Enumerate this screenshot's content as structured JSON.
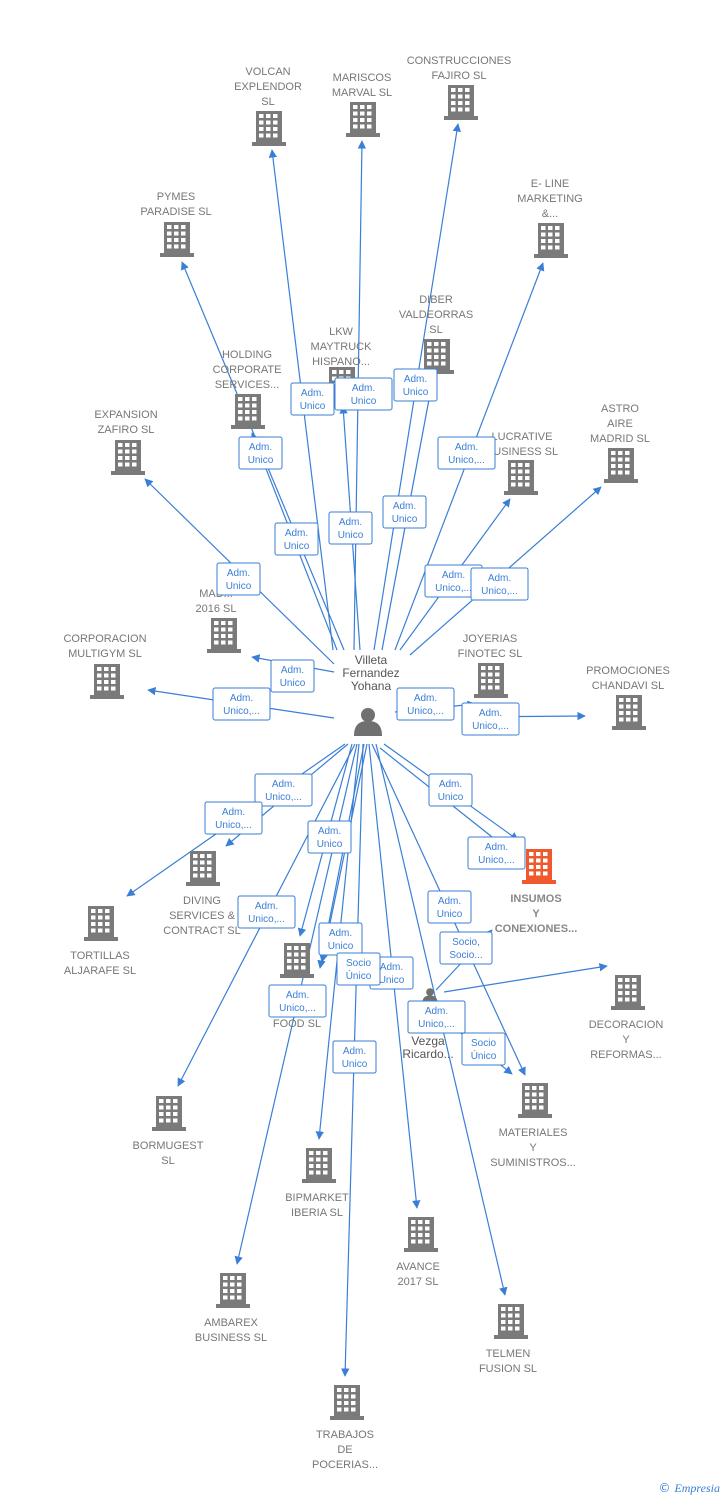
{
  "colors": {
    "edge": "#3a7fd5",
    "company": "#7a7a7a",
    "highlight": "#ee5a2e",
    "person": "#707070",
    "label": "#777777"
  },
  "center_person": {
    "id": "villeta",
    "lines": [
      "Villeta",
      "Fernandez",
      "Yohana"
    ]
  },
  "second_person": {
    "id": "vezga",
    "lines": [
      "Ve...",
      "Vezga",
      "Ricardo..."
    ]
  },
  "companies": [
    {
      "id": "volcan",
      "lines": [
        "VOLCAN",
        "EXPLENDOR",
        "SL"
      ]
    },
    {
      "id": "mariscos",
      "lines": [
        "MARISCOS",
        "MARVAL SL"
      ]
    },
    {
      "id": "construcciones",
      "lines": [
        "CONSTRUCCIONES",
        "FAJIRO SL"
      ]
    },
    {
      "id": "pymes",
      "lines": [
        "PYMES",
        "PARADISE SL"
      ]
    },
    {
      "id": "eline",
      "lines": [
        "E- LINE",
        "MARKETING",
        "&..."
      ]
    },
    {
      "id": "diber",
      "lines": [
        "DIBER",
        "VALDEORRAS",
        "SL"
      ]
    },
    {
      "id": "lkw",
      "lines": [
        "LKW",
        "MAYTRUCK",
        "HISPANO..."
      ]
    },
    {
      "id": "holding",
      "lines": [
        "HOLDING",
        "CORPORATE",
        "SERVICES..."
      ]
    },
    {
      "id": "expansion",
      "lines": [
        "EXPANSION",
        "ZAFIRO SL"
      ]
    },
    {
      "id": "lucrative",
      "lines": [
        "LUCRATIVE",
        "BUSINESS SL"
      ]
    },
    {
      "id": "astro",
      "lines": [
        "ASTRO",
        "AIRE",
        "MADRID SL"
      ]
    },
    {
      "id": "madrid2016",
      "lines": [
        "MAD...",
        "2016 SL"
      ]
    },
    {
      "id": "corporacion",
      "lines": [
        "CORPORACION",
        "MULTIGYM SL"
      ]
    },
    {
      "id": "joyerias",
      "lines": [
        "JOYERIAS",
        "FINOTEC SL"
      ]
    },
    {
      "id": "promociones",
      "lines": [
        "PROMOCIONES",
        "CHANDAVI SL"
      ]
    },
    {
      "id": "insumos",
      "lines": [
        "INSUMOS",
        "Y",
        "CONEXIONES..."
      ],
      "highlight": true
    },
    {
      "id": "diving",
      "lines": [
        "DIVING",
        "SERVICES &",
        "CONTRACT SL"
      ]
    },
    {
      "id": "tortillas",
      "lines": [
        "TORTILLAS",
        "ALJARAFE SL"
      ]
    },
    {
      "id": "food",
      "lines": [
        "...",
        "FOOD SL"
      ]
    },
    {
      "id": "decoracion",
      "lines": [
        "DECORACION",
        "Y",
        "REFORMAS..."
      ]
    },
    {
      "id": "bormugest",
      "lines": [
        "BORMUGEST",
        "SL"
      ]
    },
    {
      "id": "materiales",
      "lines": [
        "MATERIALES",
        "Y",
        "SUMINISTROS..."
      ]
    },
    {
      "id": "bipmarket",
      "lines": [
        "BIPMARKET",
        "IBERIA SL"
      ]
    },
    {
      "id": "avance",
      "lines": [
        "AVANCE",
        "2017 SL"
      ]
    },
    {
      "id": "ambarex",
      "lines": [
        "AMBAREX",
        "BUSINESS SL"
      ]
    },
    {
      "id": "telmen",
      "lines": [
        "TELMEN",
        "FUSION SL"
      ]
    },
    {
      "id": "trabajos",
      "lines": [
        "TRABAJOS",
        "DE",
        "POCERIAS..."
      ]
    }
  ],
  "relations": [
    {
      "to": "volcan",
      "lines": [
        "Adm.",
        "Unico"
      ]
    },
    {
      "to": "mariscos",
      "lines": [
        "Adm.",
        "Unico"
      ]
    },
    {
      "to": "construcciones",
      "lines": [
        "Adm.",
        "Unico"
      ]
    },
    {
      "to": "pymes",
      "lines": [
        "Adm.",
        "Unico"
      ]
    },
    {
      "to": "eline",
      "lines": [
        "Adm.",
        "Unico,..."
      ]
    },
    {
      "to": "diber",
      "lines": [
        "Adm.",
        "Unico"
      ]
    },
    {
      "to": "lkw",
      "lines": [
        "Adm.",
        "Unico"
      ]
    },
    {
      "to": "holding",
      "lines": [
        "Adm.",
        "Unico"
      ]
    },
    {
      "to": "expansion",
      "lines": [
        "Adm.",
        "Unico"
      ]
    },
    {
      "to": "lucrative",
      "lines": [
        "Adm.",
        "Unico,..."
      ]
    },
    {
      "to": "astro",
      "lines": [
        "Adm.",
        "Unico,..."
      ]
    },
    {
      "to": "madrid2016",
      "lines": [
        "Adm.",
        "Unico"
      ]
    },
    {
      "to": "corporacion",
      "lines": [
        "Adm.",
        "Unico,..."
      ]
    },
    {
      "to": "joyerias",
      "lines": [
        "Adm.",
        "Unico,..."
      ]
    },
    {
      "to": "promociones",
      "lines": [
        "Adm.",
        "Unico,..."
      ]
    },
    {
      "to": "insumos",
      "lines": [
        "Adm.",
        "Unico"
      ]
    },
    {
      "to": "insumos",
      "lines": [
        "Adm.",
        "Unico,..."
      ]
    },
    {
      "to": "diving",
      "lines": [
        "Adm.",
        "Unico,..."
      ]
    },
    {
      "to": "tortillas",
      "lines": [
        "Adm.",
        "Unico,..."
      ]
    },
    {
      "to": "food",
      "lines": [
        "Adm.",
        "Unico,..."
      ]
    },
    {
      "to": "bormugest",
      "lines": [
        "Adm.",
        "Unico"
      ]
    },
    {
      "to": "materiales",
      "lines": [
        "Adm.",
        "Unico"
      ]
    },
    {
      "to": "bipmarket",
      "lines": [
        "Adm.",
        "Unico"
      ]
    },
    {
      "to": "avance",
      "lines": [
        "Adm.",
        "Unico"
      ]
    },
    {
      "to": "ambarex",
      "lines": [
        "Adm.",
        "Unico,..."
      ]
    },
    {
      "to": "telmen",
      "lines": [
        "Adm.",
        "Unico,..."
      ]
    },
    {
      "to": "trabajos",
      "lines": [
        "Adm.",
        "Unico"
      ]
    },
    {
      "to": "food",
      "lines": [
        "Adm.",
        "Unico"
      ]
    },
    {
      "to": "food",
      "lines": [
        "Socio",
        "Único"
      ]
    },
    {
      "from": "vezga",
      "to": "materiales",
      "lines": [
        "Socio",
        "Único"
      ]
    },
    {
      "from": "vezga",
      "to": "insumos",
      "lines": [
        "Socio,",
        "Socio..."
      ]
    },
    {
      "from": "vezga",
      "to": "decoracion",
      "lines": [
        "Adm.",
        "Unico,..."
      ]
    }
  ],
  "footer": {
    "copyright": "©",
    "brand": "Empresia"
  }
}
